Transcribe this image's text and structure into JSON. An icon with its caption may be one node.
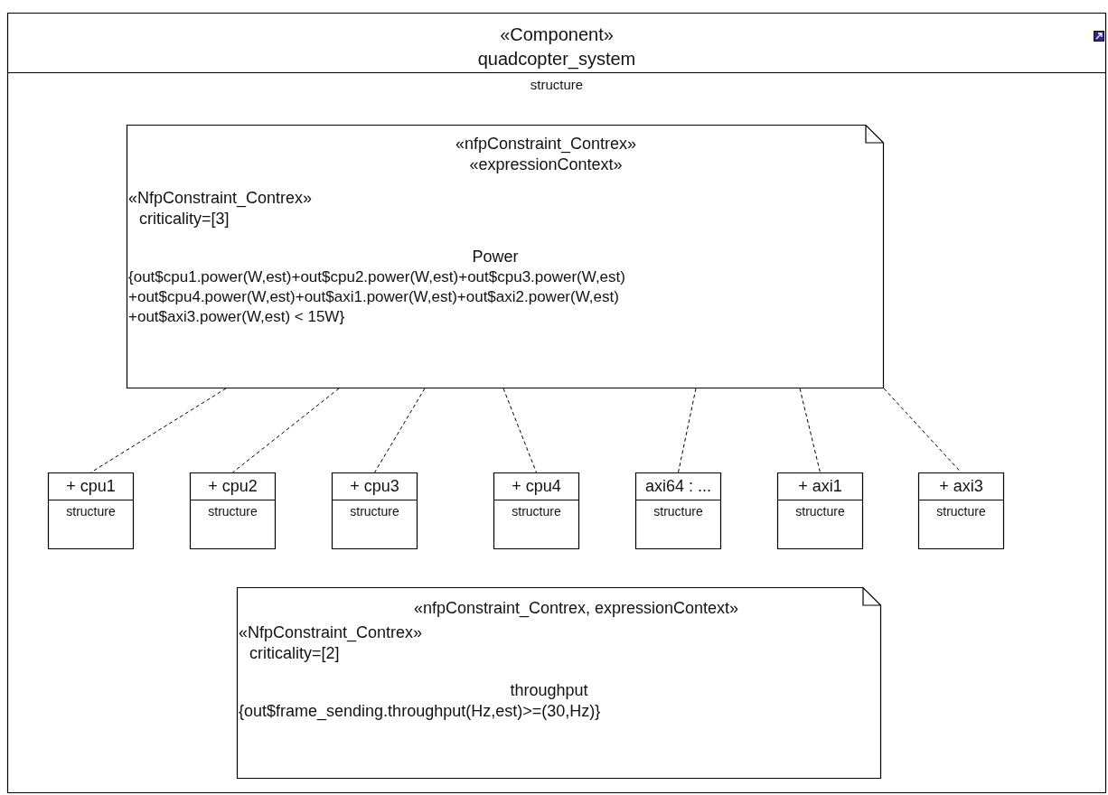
{
  "diagram": {
    "nodes": [
      {
        "text": [
          "«Component»",
          "quadcopter_system",
          "structure"
        ]
      },
      {
        "text": [
          "«nfpConstraint_Contrex»",
          "«expressionContext»",
          "«NfpConstraint_Contrex»",
          "criticality=[3]",
          "Power",
          "{out$cpu1.power(W,est)+out$cpu2.power(W,est)+out$cpu3.power(W,est) +out$cpu4.power(W,est)+out$axi1.power(W,est)+out$axi2.power(W,est) +out$axi3.power(W,est) < 15W}"
        ],
        "in": 0
      },
      {
        "text": [
          "+ cpu1",
          "structure"
        ],
        "in": 0
      },
      {
        "text": [
          "+ cpu2",
          "structure"
        ],
        "in": 0
      },
      {
        "text": [
          "+ cpu3",
          "structure"
        ],
        "in": 0
      },
      {
        "text": [
          "+ cpu4",
          "structure"
        ],
        "in": 0
      },
      {
        "text": [
          "axi64 : ...",
          "structure"
        ],
        "in": 0
      },
      {
        "text": [
          "+ axi1",
          "structure"
        ],
        "in": 0
      },
      {
        "text": [
          "+ axi3",
          "structure"
        ],
        "in": 0
      },
      {
        "text": [
          "«nfpConstraint_Contrex, expressionContext»",
          "«NfpConstraint_Contrex»",
          "criticality=[2]",
          "throughput",
          "{out$frame_sending.throughput(Hz,est)>=(30,Hz)}"
        ],
        "in": 0
      }
    ],
    "edges": [
      {
        "from": 1,
        "to": 2,
        "arrow": "none",
        "style": "dashed"
      },
      {
        "from": 1,
        "to": 3,
        "arrow": "none",
        "style": "dashed"
      },
      {
        "from": 1,
        "to": 4,
        "arrow": "none",
        "style": "dashed"
      },
      {
        "from": 1,
        "to": 5,
        "arrow": "none",
        "style": "dashed"
      },
      {
        "from": 1,
        "to": 6,
        "arrow": "none",
        "style": "dashed"
      },
      {
        "from": 1,
        "to": 7,
        "arrow": "none",
        "style": "dashed"
      },
      {
        "from": 1,
        "to": 8,
        "arrow": "none",
        "style": "dashed"
      }
    ]
  }
}
